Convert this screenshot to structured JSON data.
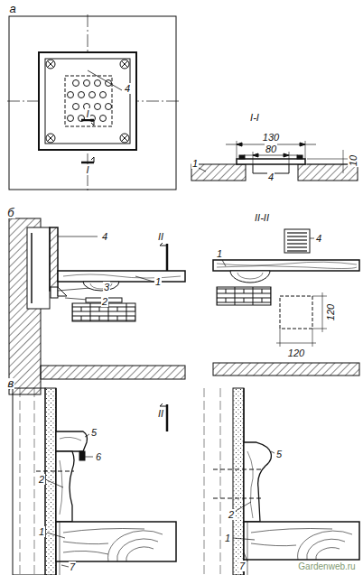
{
  "diagram": {
    "labels": [
      "а",
      "I",
      "I",
      "4",
      "I-I",
      "130",
      "80",
      "10",
      "1",
      "4",
      "б",
      "II",
      "4",
      "3",
      "2",
      "1",
      "II-II",
      "4",
      "1",
      "120",
      "120",
      "в",
      "II",
      "5",
      "6",
      "2",
      "1",
      "7",
      "5",
      "2",
      "1",
      "7",
      "Gardenweb.ru"
    ]
  }
}
